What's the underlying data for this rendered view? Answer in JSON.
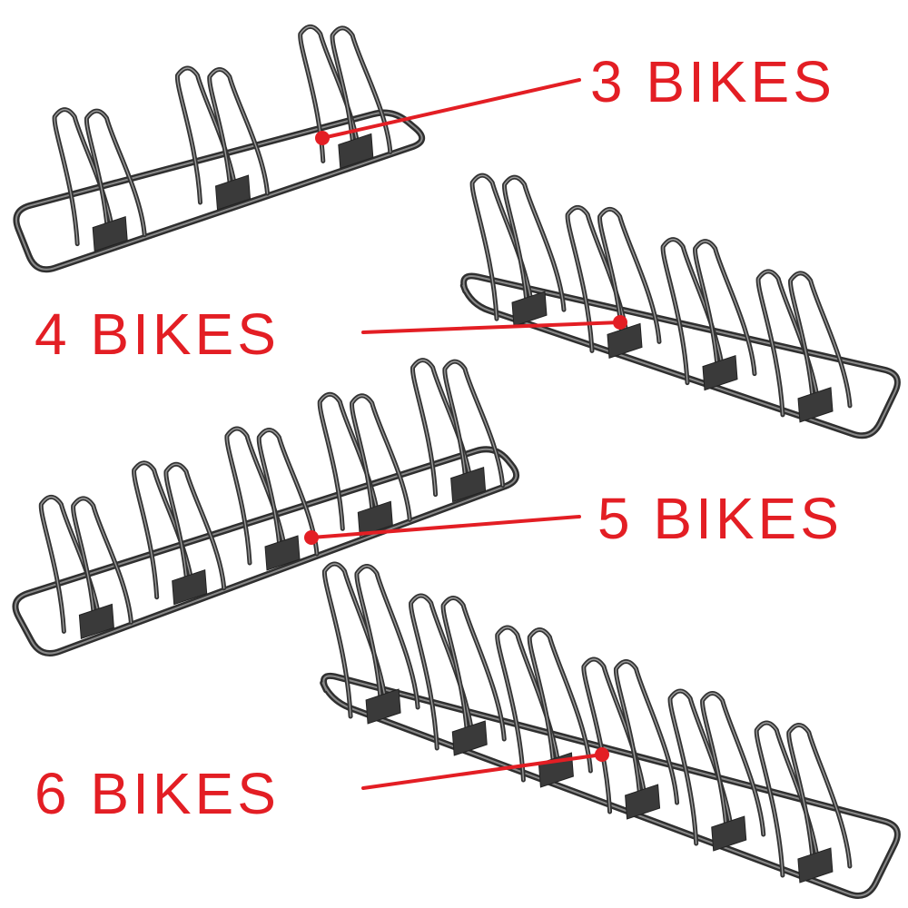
{
  "accent_color": "#e31e24",
  "rack_color": "#2f2f2f",
  "callouts": [
    {
      "id": "three",
      "label": "3 BIKES",
      "slots": 3
    },
    {
      "id": "four",
      "label": "4 BIKES",
      "slots": 4
    },
    {
      "id": "five",
      "label": "5 BIKES",
      "slots": 5
    },
    {
      "id": "six",
      "label": "6 BIKES",
      "slots": 6
    }
  ]
}
